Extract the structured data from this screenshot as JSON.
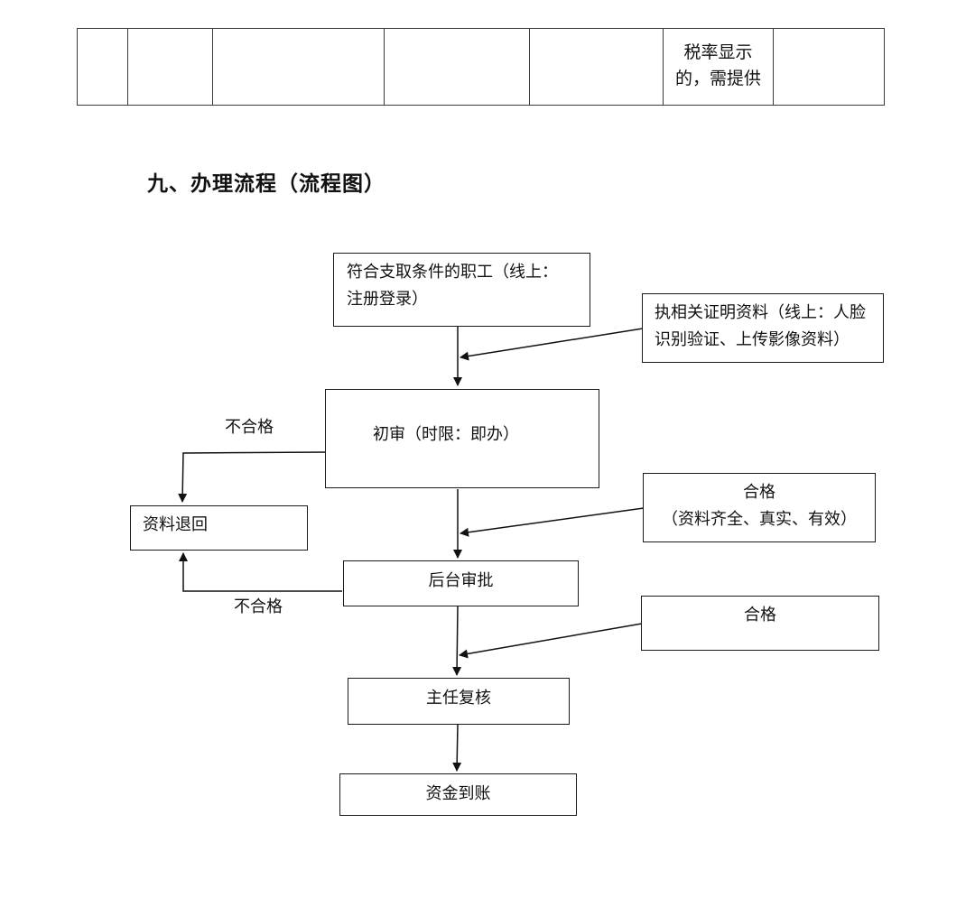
{
  "table_fragment": {
    "tax_cell_lines": [
      "税率显示",
      "的，需提供"
    ]
  },
  "section": {
    "title": "九、办理流程（流程图）"
  },
  "flowchart": {
    "nodes": {
      "applicant": [
        "符合支取条件的职工（线上：",
        "注册登录）"
      ],
      "materials": [
        "执相关证明资料（线上：人脸",
        "识别验证、上传影像资料）"
      ],
      "initial_review": "初审（时限：即办）",
      "return": "资料退回",
      "qualified_1": [
        "合格",
        "（资料齐全、真实、有效）"
      ],
      "backend_review": "后台审批",
      "qualified_2": "合格",
      "director_review": "主任复核",
      "funds_arrive": "资金到账"
    },
    "edge_labels": {
      "reject_1": "不合格",
      "reject_2": "不合格"
    }
  }
}
